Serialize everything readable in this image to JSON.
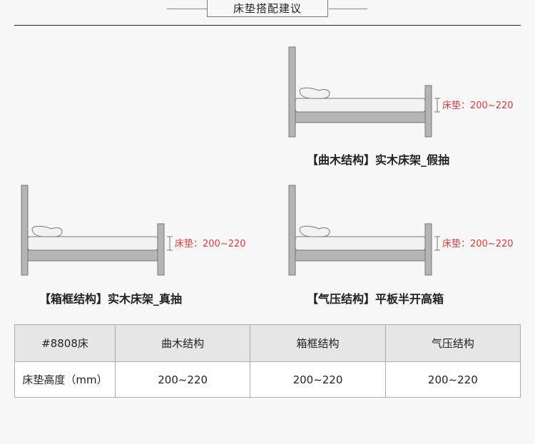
{
  "title": "床垫搭配建议",
  "colors": {
    "frame": "#b5b5b5",
    "mattress_fill": "#f2f2f2",
    "outline": "#777777",
    "dimension": "#d83a3a",
    "table_header": "#e6e6e6"
  },
  "beds": [
    {
      "caption": "【曲木结构】实木床架_假抽",
      "dimension": "床垫：200~220"
    },
    {
      "caption": "【箱框结构】实木床架_真抽",
      "dimension": "床垫：200~220"
    },
    {
      "caption": "【气压结构】平板半开高箱",
      "dimension": "床垫：200~220"
    }
  ],
  "table": {
    "headers": [
      "#8808床",
      "曲木结构",
      "箱框结构",
      "气压结构"
    ],
    "rows": [
      [
        "床垫高度（mm）",
        "200~220",
        "200~220",
        "200~220"
      ]
    ]
  }
}
